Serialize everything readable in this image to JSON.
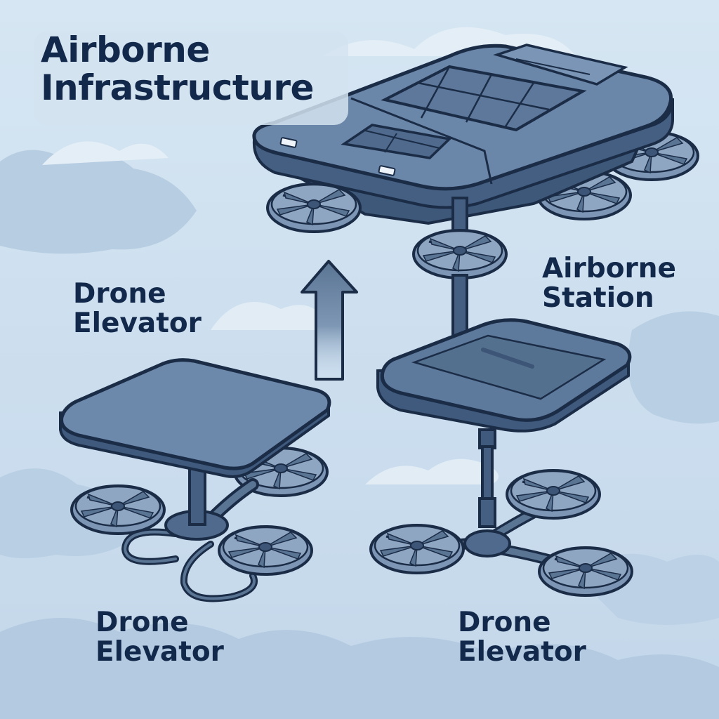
{
  "title": {
    "line1": "Airborne",
    "line2": "Infrastructure"
  },
  "labels": {
    "airborne_station": {
      "line1": "Airborne",
      "line2": "Station"
    },
    "drone_elevator_top": {
      "line1": "Drone",
      "line2": "Elevator"
    },
    "drone_elevator_bottom_left": {
      "line1": "Drone",
      "line2": "Elevator"
    },
    "drone_elevator_bottom_right": {
      "line1": "Drone",
      "line2": "Elevator"
    }
  },
  "colors": {
    "sky": "#cfe0ee",
    "cloud": "#b9cde0",
    "outline": "#1b2c47",
    "platform": "#5a7494",
    "platform_top": "#6d88a8",
    "rotor": "#6f8aab",
    "text": "#13294b"
  },
  "icons": [
    "up-arrow-icon",
    "rotor-icon"
  ]
}
